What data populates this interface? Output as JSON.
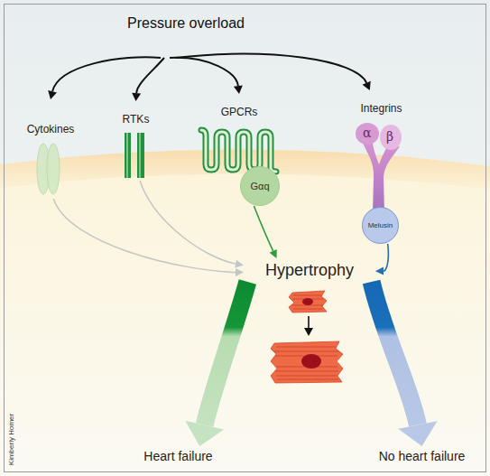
{
  "diagram": {
    "nodes": [
      {
        "text": [
          "Pressure overload"
        ]
      },
      {
        "text": [
          "Cytokines"
        ]
      },
      {
        "text": [
          "RTKs"
        ]
      },
      {
        "text": [
          "GPCRs"
        ]
      },
      {
        "text": [
          "Gαq"
        ]
      },
      {
        "text": [
          "Integrins",
          "α",
          "β"
        ]
      },
      {
        "text": [
          "Melusin"
        ]
      },
      {
        "text": [
          "Hypertrophy"
        ]
      },
      {
        "text": [
          "Heart failure"
        ]
      },
      {
        "text": [
          "No heart failure"
        ]
      }
    ],
    "edges": [
      {
        "from": 0,
        "to": 1,
        "arrow": "to"
      },
      {
        "from": 0,
        "to": 2,
        "arrow": "to"
      },
      {
        "from": 0,
        "to": 3,
        "arrow": "to"
      },
      {
        "from": 0,
        "to": 5,
        "arrow": "to"
      },
      {
        "from": 1,
        "to": 7,
        "arrow": "to"
      },
      {
        "from": 2,
        "to": 7,
        "arrow": "to"
      },
      {
        "from": 4,
        "to": 7,
        "arrow": "to"
      },
      {
        "from": 6,
        "to": 7,
        "arrow": "to"
      },
      {
        "from": 7,
        "to": 8,
        "arrow": "to"
      },
      {
        "from": 7,
        "to": 9,
        "arrow": "to"
      }
    ],
    "labels": [
      "Kimberly Homer"
    ]
  }
}
